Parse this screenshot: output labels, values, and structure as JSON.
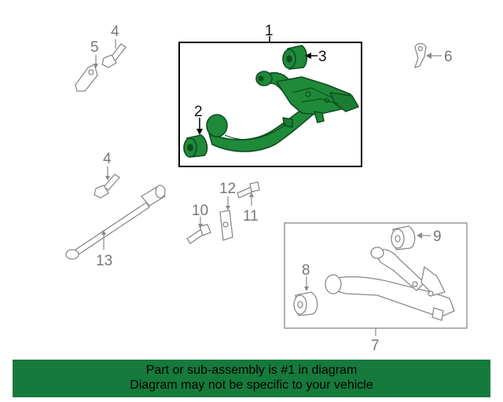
{
  "callouts": {
    "n1": "1",
    "n2": "2",
    "n3": "3",
    "n4a": "4",
    "n4b": "4",
    "n5": "5",
    "n6": "6",
    "n7": "7",
    "n8": "8",
    "n9": "9",
    "n10": "10",
    "n11": "11",
    "n12": "12",
    "n13": "13"
  },
  "colors": {
    "highlight": "#1f8a3a",
    "highlight_dark": "#0f4d1f",
    "part_line": "#8a8a8a",
    "footer_bg": "#157a3c"
  },
  "footer": {
    "line1": "Part or sub-assembly is #1 in diagram",
    "line2": "Diagram may not be specific to your vehicle"
  }
}
